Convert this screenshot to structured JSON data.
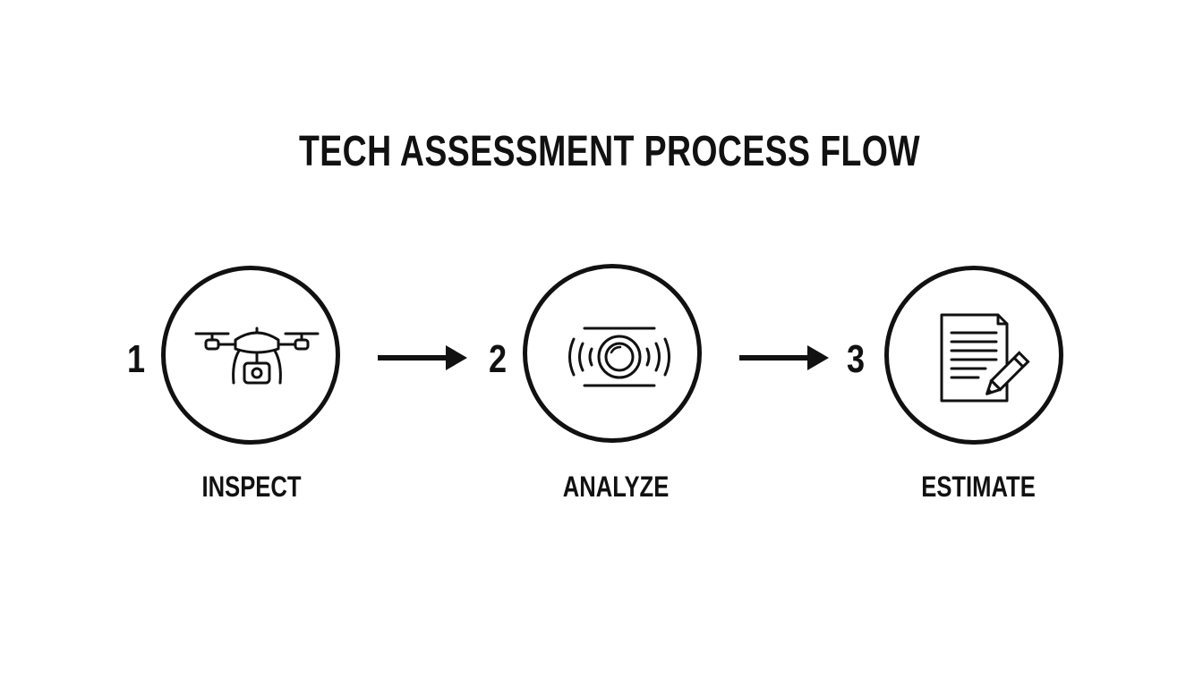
{
  "diagram": {
    "title": "TECH ASSESSMENT PROCESS FLOW",
    "steps": [
      {
        "number": "1",
        "label": "INSPECT",
        "icon": "drone-icon"
      },
      {
        "number": "2",
        "label": "ANALYZE",
        "icon": "camera-lens-scan-icon"
      },
      {
        "number": "3",
        "label": "ESTIMATE",
        "icon": "document-pencil-icon"
      }
    ],
    "connectors": [
      "arrow-right-icon",
      "arrow-right-icon"
    ],
    "colors": {
      "ink": "#111111",
      "background": "#ffffff"
    }
  }
}
